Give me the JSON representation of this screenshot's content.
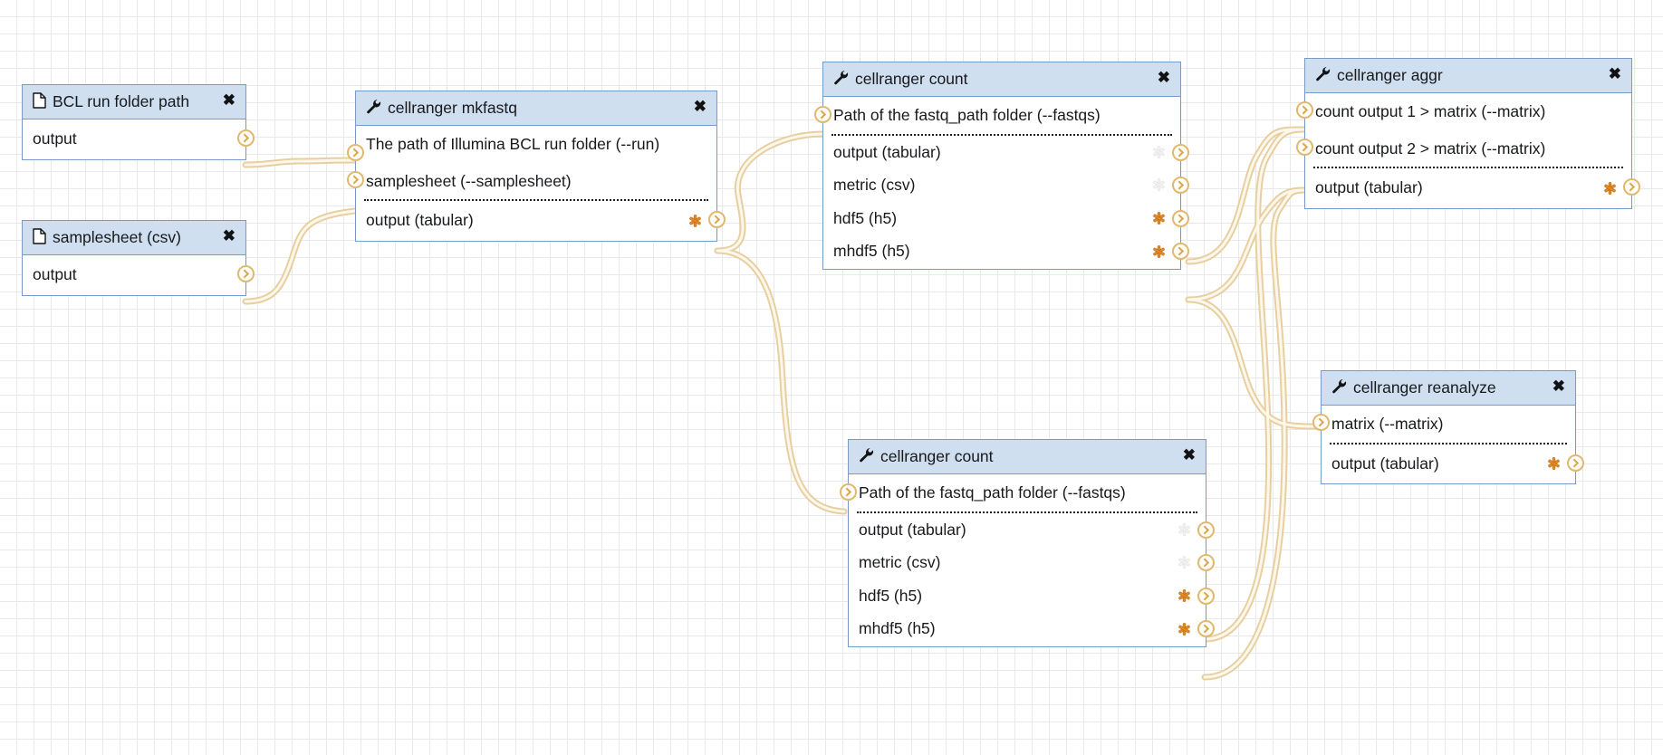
{
  "canvas": {
    "grid": true,
    "background_color": "#ffffff",
    "grid_color": "#e9e9e9",
    "wire_color": "#e7cfa0",
    "node_header_color": "#cfdff0",
    "node_border_color": "#7799cc",
    "terminal_color": "#e0b870",
    "asterisk_active_color": "#e08a28",
    "asterisk_inactive_color": "#f0f0f0"
  },
  "labels": {
    "close": "✖",
    "file_icon": "file-icon",
    "wrench_icon": "wrench-icon"
  },
  "nodes": [
    {
      "id": "bcl-run-folder-path",
      "kind": "input-dataset",
      "title": "BCL run folder path",
      "icon": "file-icon",
      "inputs": [],
      "outputs": [
        {
          "label": "output",
          "asterisk": "none"
        }
      ]
    },
    {
      "id": "samplesheet-csv",
      "kind": "input-dataset",
      "title": "samplesheet (csv)",
      "icon": "file-icon",
      "inputs": [],
      "outputs": [
        {
          "label": "output",
          "asterisk": "none"
        }
      ]
    },
    {
      "id": "cellranger-mkfastq",
      "kind": "tool",
      "title": "cellranger mkfastq",
      "icon": "wrench-icon",
      "inputs": [
        {
          "label": "The path of Illumina BCL run folder (--run)"
        },
        {
          "label": "samplesheet (--samplesheet)"
        }
      ],
      "outputs": [
        {
          "label": "output (tabular)",
          "asterisk": "active"
        }
      ]
    },
    {
      "id": "cellranger-count-1",
      "kind": "tool",
      "title": "cellranger count",
      "icon": "wrench-icon",
      "inputs": [
        {
          "label": "Path of the fastq_path folder (--fastqs)"
        }
      ],
      "outputs": [
        {
          "label": "output (tabular)",
          "asterisk": "inactive"
        },
        {
          "label": "metric (csv)",
          "asterisk": "inactive"
        },
        {
          "label": "hdf5 (h5)",
          "asterisk": "active"
        },
        {
          "label": "mhdf5 (h5)",
          "asterisk": "active"
        }
      ]
    },
    {
      "id": "cellranger-count-2",
      "kind": "tool",
      "title": "cellranger count",
      "icon": "wrench-icon",
      "inputs": [
        {
          "label": "Path of the fastq_path folder (--fastqs)"
        }
      ],
      "outputs": [
        {
          "label": "output (tabular)",
          "asterisk": "inactive"
        },
        {
          "label": "metric (csv)",
          "asterisk": "inactive"
        },
        {
          "label": "hdf5 (h5)",
          "asterisk": "active"
        },
        {
          "label": "mhdf5 (h5)",
          "asterisk": "active"
        }
      ]
    },
    {
      "id": "cellranger-aggr",
      "kind": "tool",
      "title": "cellranger aggr",
      "icon": "wrench-icon",
      "inputs": [
        {
          "label": "count output 1 > matrix (--matrix)"
        },
        {
          "label": "count output 2 > matrix (--matrix)"
        }
      ],
      "outputs": [
        {
          "label": "output (tabular)",
          "asterisk": "active"
        }
      ]
    },
    {
      "id": "cellranger-reanalyze",
      "kind": "tool",
      "title": "cellranger reanalyze",
      "icon": "wrench-icon",
      "inputs": [
        {
          "label": "matrix (--matrix)"
        }
      ],
      "outputs": [
        {
          "label": "output (tabular)",
          "asterisk": "active"
        }
      ]
    }
  ],
  "connections": [
    {
      "from": "bcl-run-folder-path.output",
      "to": "cellranger-mkfastq.run"
    },
    {
      "from": "samplesheet-csv.output",
      "to": "cellranger-mkfastq.samplesheet"
    },
    {
      "from": "cellranger-mkfastq.output",
      "to": "cellranger-count-1.fastqs"
    },
    {
      "from": "cellranger-mkfastq.output",
      "to": "cellranger-count-2.fastqs"
    },
    {
      "from": "cellranger-count-1.hdf5",
      "to": "cellranger-aggr.matrix1"
    },
    {
      "from": "cellranger-count-1.mhdf5",
      "to": "cellranger-aggr.matrix2"
    },
    {
      "from": "cellranger-count-1.hdf5",
      "to": "cellranger-reanalyze.matrix"
    },
    {
      "from": "cellranger-count-2.hdf5",
      "to": "cellranger-aggr.matrix1"
    },
    {
      "from": "cellranger-count-2.mhdf5",
      "to": "cellranger-aggr.matrix2"
    }
  ]
}
